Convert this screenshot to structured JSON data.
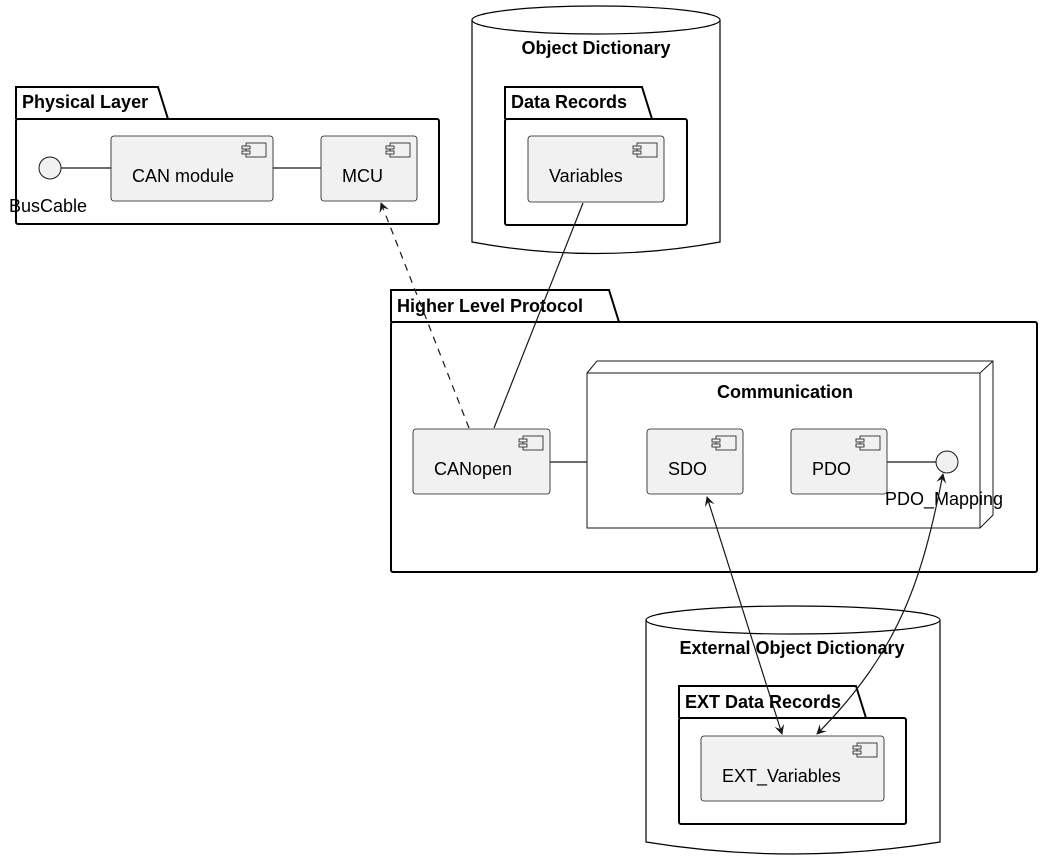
{
  "containers": {
    "physical_layer": "Physical Layer",
    "object_dictionary": "Object Dictionary",
    "data_records": "Data Records",
    "higher_level_protocol": "Higher Level Protocol",
    "communication": "Communication",
    "external_object_dictionary": "External Object Dictionary",
    "ext_data_records": "EXT Data Records"
  },
  "components": {
    "can_module": "CAN module",
    "mcu": "MCU",
    "variables": "Variables",
    "canopen": "CANopen",
    "sdo": "SDO",
    "pdo": "PDO",
    "ext_variables": "EXT_Variables"
  },
  "interfaces": {
    "bus_cable": "BusCable",
    "pdo_mapping": "PDO_Mapping"
  },
  "edges": [
    {
      "from": "BusCable",
      "to": "CAN module",
      "style": "solid"
    },
    {
      "from": "CAN module",
      "to": "MCU",
      "style": "solid"
    },
    {
      "from": "CANopen",
      "to": "MCU",
      "style": "dashed",
      "arrow": "end"
    },
    {
      "from": "Variables",
      "to": "CANopen",
      "style": "solid"
    },
    {
      "from": "CANopen",
      "to": "Communication",
      "style": "solid"
    },
    {
      "from": "PDO",
      "to": "PDO_Mapping",
      "style": "solid"
    },
    {
      "from": "SDO",
      "to": "EXT_Variables",
      "style": "solid",
      "arrow": "both"
    },
    {
      "from": "PDO_Mapping",
      "to": "EXT_Variables",
      "style": "solid",
      "arrow": "both"
    }
  ]
}
